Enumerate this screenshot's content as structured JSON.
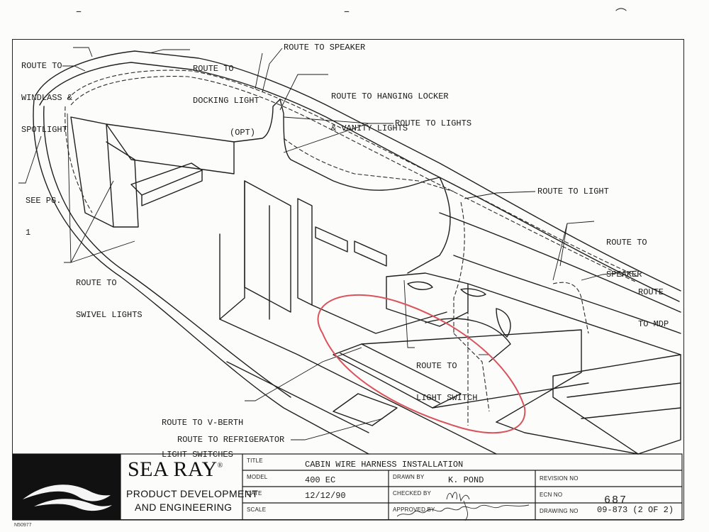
{
  "callouts": {
    "windlass": [
      "ROUTE TO",
      "WINDLASS &",
      "SPOTLIGHT"
    ],
    "docking": [
      "ROUTE TO",
      "DOCKING LIGHT",
      "(OPT)"
    ],
    "speaker_top": "ROUTE TO SPEAKER",
    "hanging_locker": [
      "ROUTE TO HANGING LOCKER",
      "& VANITY LIGHTS"
    ],
    "lights": "ROUTE TO LIGHTS",
    "light_right": "ROUTE TO LIGHT",
    "see_pg": [
      "SEE PG.",
      "1"
    ],
    "speaker_right": [
      "ROUTE TO",
      "SPEAKER"
    ],
    "mdp": [
      "ROUTE",
      "TO MDP"
    ],
    "swivel": [
      "ROUTE TO",
      "SWIVEL LIGHTS"
    ],
    "light_switch": [
      "ROUTE TO",
      "LIGHT SWITCH"
    ],
    "vberth": [
      "ROUTE TO V-BERTH",
      "LIGHT SWITCHES"
    ],
    "refrigerator": "ROUTE TO REFRIGERATOR"
  },
  "title_block": {
    "brand": "SEA RAY",
    "dept_line1": "PRODUCT DEVELOPMENT",
    "dept_line2": "AND ENGINEERING",
    "labels": {
      "title": "TITLE",
      "model": "MODEL",
      "date": "DATE",
      "scale": "SCALE",
      "drawn_by": "DRAWN BY",
      "checked_by": "CHECKED BY",
      "approved_by": "APPROVED BY",
      "revision_no": "REVISION NO",
      "ecn_no": "ECN NO",
      "drawing_no": "DRAWING NO"
    },
    "title": "CABIN WIRE HARNESS INSTALLATION",
    "model": "400 EC",
    "date": "12/12/90",
    "drawn_by": "K. POND",
    "ecn_handwritten": "687",
    "drawing_no": "09-873 (2 OF 2)"
  },
  "stamp": "N50977",
  "colors": {
    "ink": "#1b1b1b",
    "highlight_circle": "#d9535c",
    "logo_bg": "#111111"
  }
}
